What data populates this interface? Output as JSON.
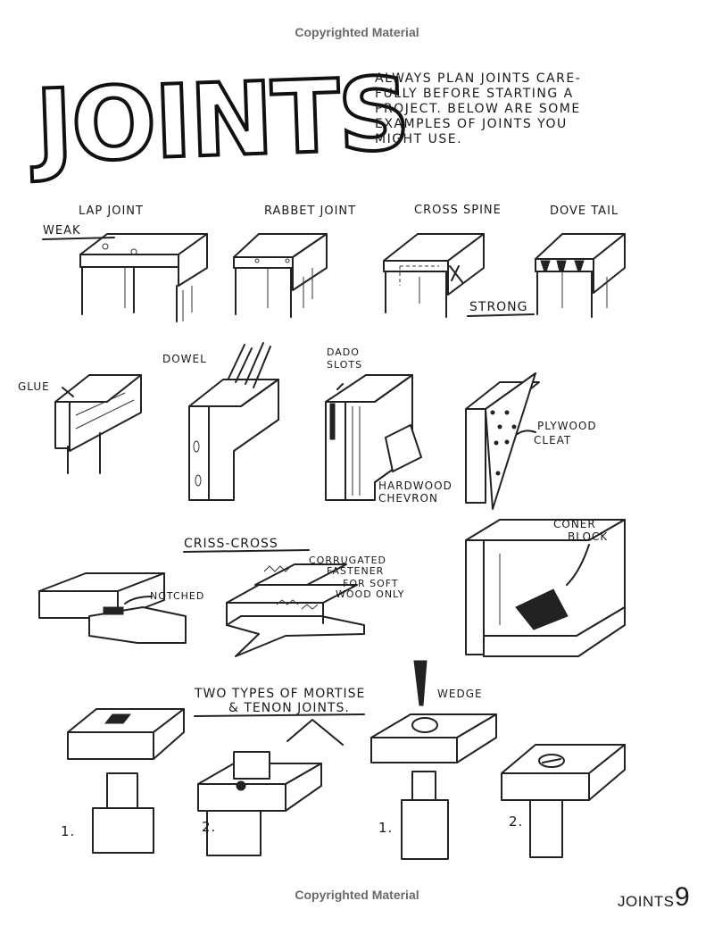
{
  "header": {
    "copyright_top": "Copyrighted Material",
    "title": "JOINTS",
    "intro": "Always plan joints care-\nfully before starting a\nproject. Below are some\nexamples of joints you\nmight use."
  },
  "row1": {
    "lap_joint": "LAP JOINT",
    "weak": "WEAK",
    "rabbet_joint": "RABBET JOINT",
    "cross_spine": "CROSS SPINE",
    "dove_tail": "DOVE TAIL",
    "strong": "STRONG"
  },
  "row2": {
    "glue": "GLUE",
    "dowel": "DOWEL",
    "dado_slots_1": "DADO",
    "dado_slots_2": "SLOTS",
    "hardwood_chevron_1": "HARDWOOD",
    "hardwood_chevron_2": "CHEVRON",
    "plywood_cleat_1": "PLYWOOD",
    "plywood_cleat_2": "CLEAT"
  },
  "row3": {
    "criss_cross": "CRISS-CROSS",
    "notched": "NOTCHED",
    "corrugated_1": "CORRUGATED",
    "corrugated_2": "FASTENER",
    "corrugated_3": "FOR SOFT",
    "corrugated_4": "WOOD ONLY",
    "corner_block_1": "CONER",
    "corner_block_2": "BLOCK"
  },
  "row4": {
    "mortise_1": "TWO TYPES OF MORTISE",
    "mortise_2": "& TENON JOINTS.",
    "wedge": "WEDGE",
    "num_1a": "1.",
    "num_2a": "2.",
    "num_1b": "1.",
    "num_2b": "2."
  },
  "footer": {
    "copyright_bottom": "Copyrighted Material",
    "section": "JOINTS",
    "page_number": "9"
  }
}
